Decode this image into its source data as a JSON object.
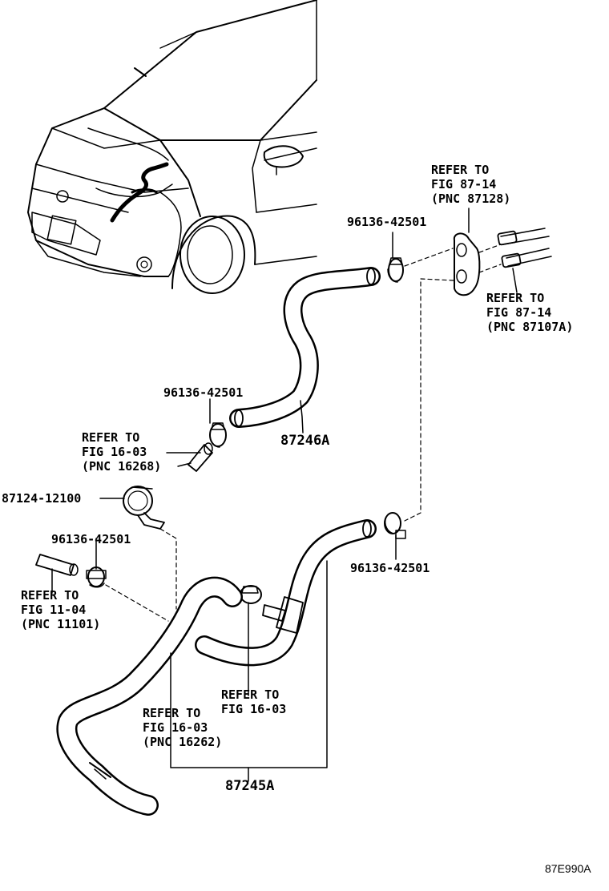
{
  "labels": {
    "ref_87128": {
      "line1": "REFER TO",
      "line2": "FIG 87-14",
      "line3": "(PNC 87128)"
    },
    "ref_87107a": {
      "line1": "REFER TO",
      "line2": "FIG 87-14",
      "line3": "(PNC 87107A)"
    },
    "clamp_top": "96136-42501",
    "clamp_mid": "96136-42501",
    "clamp_left": "96136-42501",
    "clamp_right": "96136-42501",
    "ref_16268": {
      "line1": "REFER TO",
      "line2": "FIG 16-03",
      "line3": "(PNC 16268)"
    },
    "ref_11101": {
      "line1": "REFER TO",
      "line2": "FIG 11-04",
      "line3": "(PNC 11101)"
    },
    "ref_16262": {
      "line1": "REFER TO",
      "line2": "FIG 16-03",
      "line3": "(PNC 16262)"
    },
    "ref_16_03": {
      "line1": "REFER TO",
      "line2": "FIG 16-03"
    },
    "part_87124": "87124-12100",
    "part_87246a": "87246A",
    "part_87245a": "87245A",
    "diagram_id": "87E990A"
  }
}
